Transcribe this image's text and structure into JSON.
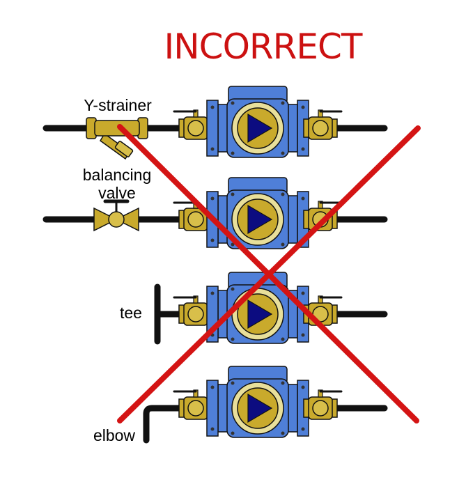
{
  "title": "INCORRECT",
  "labels": {
    "y_strainer": "Y-strainer",
    "balancing_line1": "balancing",
    "balancing_line2": "valve",
    "tee": "tee",
    "elbow": "elbow"
  },
  "colors": {
    "accent": "#cc1111",
    "pipe": "#111111",
    "brass": "#c9aa2c",
    "pump_body": "#4f7fd8",
    "pump_bright": "#e8df9a",
    "pump_arrow": "#0c0c80"
  },
  "rows": [
    {
      "name": "row-y-strainer",
      "inlet": "y-strainer"
    },
    {
      "name": "row-balancing-valve",
      "inlet": "balancing-valve"
    },
    {
      "name": "row-tee",
      "inlet": "tee"
    },
    {
      "name": "row-elbow",
      "inlet": "elbow"
    }
  ]
}
